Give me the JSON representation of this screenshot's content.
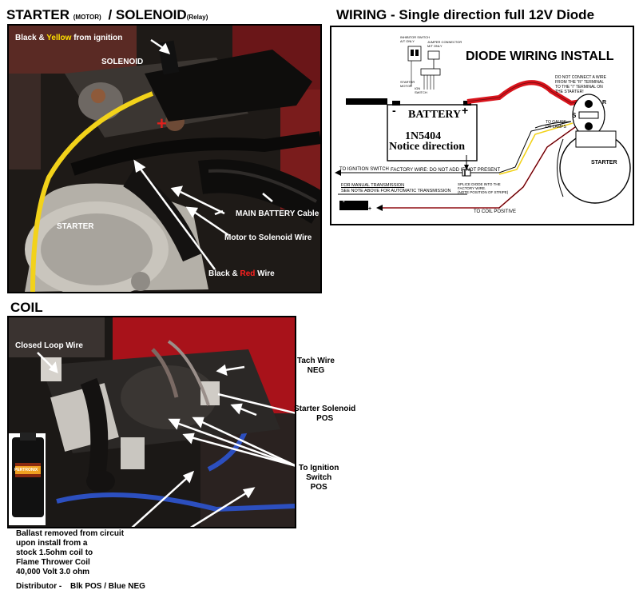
{
  "starter_section": {
    "title_main": "STARTER",
    "title_motor": "(MOTOR)",
    "title_sep": "/ SOLENOID",
    "title_relay": "(Relay)",
    "labels": {
      "ignition_black": "Black &",
      "ignition_yellow": "Yellow",
      "ignition_rest": "from ignition",
      "solenoid": "SOLENOID",
      "main_battery": "MAIN BATTERY Cable",
      "starter": "STARTER",
      "motor_to_solenoid": "Motor to Solenoid Wire",
      "bw_black": "Black &",
      "bw_red": "Red",
      "bw_rest": "Wire"
    }
  },
  "wiring_section": {
    "title": "WIRING - Single direction full 12V Diode",
    "diagram_title": "DIODE WIRING INSTALL",
    "battery": "BATTERY",
    "minus": "-",
    "plus": "+",
    "diode_model": "1N5404",
    "notice": "Notice direction",
    "note_do_not_connect_1": "DO NOT CONNECT A WIRE",
    "note_do_not_connect_2": "FROM THE \"R\" TERMINAL",
    "note_do_not_connect_3": "TO THE \"I\" TERMINAL ON",
    "note_do_not_connect_4": "THE STARTER!",
    "to_gauge_1": "TO GAUGE",
    "to_gauge_2": "OR LAMPS",
    "starter": "STARTER",
    "s_terminal": "S",
    "r_terminal": "R",
    "to_ignition_switch": "TO IGNITION SWITCH",
    "factory_wire": "FACTORY WIRE: DO NOT ADD IF NOT PRESENT",
    "for_manual": "FOR MANUAL TRANSMISSION",
    "see_note": "SEE NOTE ABOVE FOR AUTOMATIC TRANSMISSION",
    "splice_1": "SPLICE DIODE INTO THE",
    "splice_2": "FACTORY WIRE.",
    "splice_3": "(NOTE POSITION OF STRIPE)",
    "to_coil_positive": "TO COIL POSITIVE",
    "inhibitor_1": "INHIBITOR SWITCH",
    "inhibitor_2": "A/T ONLY",
    "jumper_1": "JUMPER CONNECTOR",
    "jumper_2": "M/T ONLY",
    "starter_motor_1": "STARTER",
    "starter_motor_2": "MOTOR",
    "ign_switch_1": "IGN",
    "ign_switch_2": "SWITCH",
    "coil_minus": "-",
    "coil_plus": "+"
  },
  "coil_section": {
    "title": "COIL",
    "labels": {
      "closed_loop": "Closed Loop Wire",
      "tach_1": "Tach Wire",
      "tach_2": "NEG",
      "starter_sol_1": "Starter Solenoid",
      "starter_sol_2": "POS",
      "ign_1": "To Ignition",
      "ign_2": "Switch",
      "ign_3": "POS",
      "ballast_1": "Ballast removed from circuit",
      "ballast_2": "upon install from a",
      "ballast_3": "stock 1.5ohm coil to",
      "ballast_4": "Flame Thrower Coil",
      "ballast_5": "40,000 Volt 3.0 ohm",
      "distributor_prefix": "Distributor -",
      "distributor_rest": "Blk POS / Blue NEG",
      "coil_brand": "PERTRONIX"
    }
  },
  "colors": {
    "yellow_wire": "#f2d21a",
    "red_wire": "#d8141c",
    "label_yellow": "#ffe000",
    "label_red": "#ff2020",
    "photo_dark": "#1b1816",
    "red_paint": "#a8121a",
    "blue_wire": "#2c4fbf"
  }
}
